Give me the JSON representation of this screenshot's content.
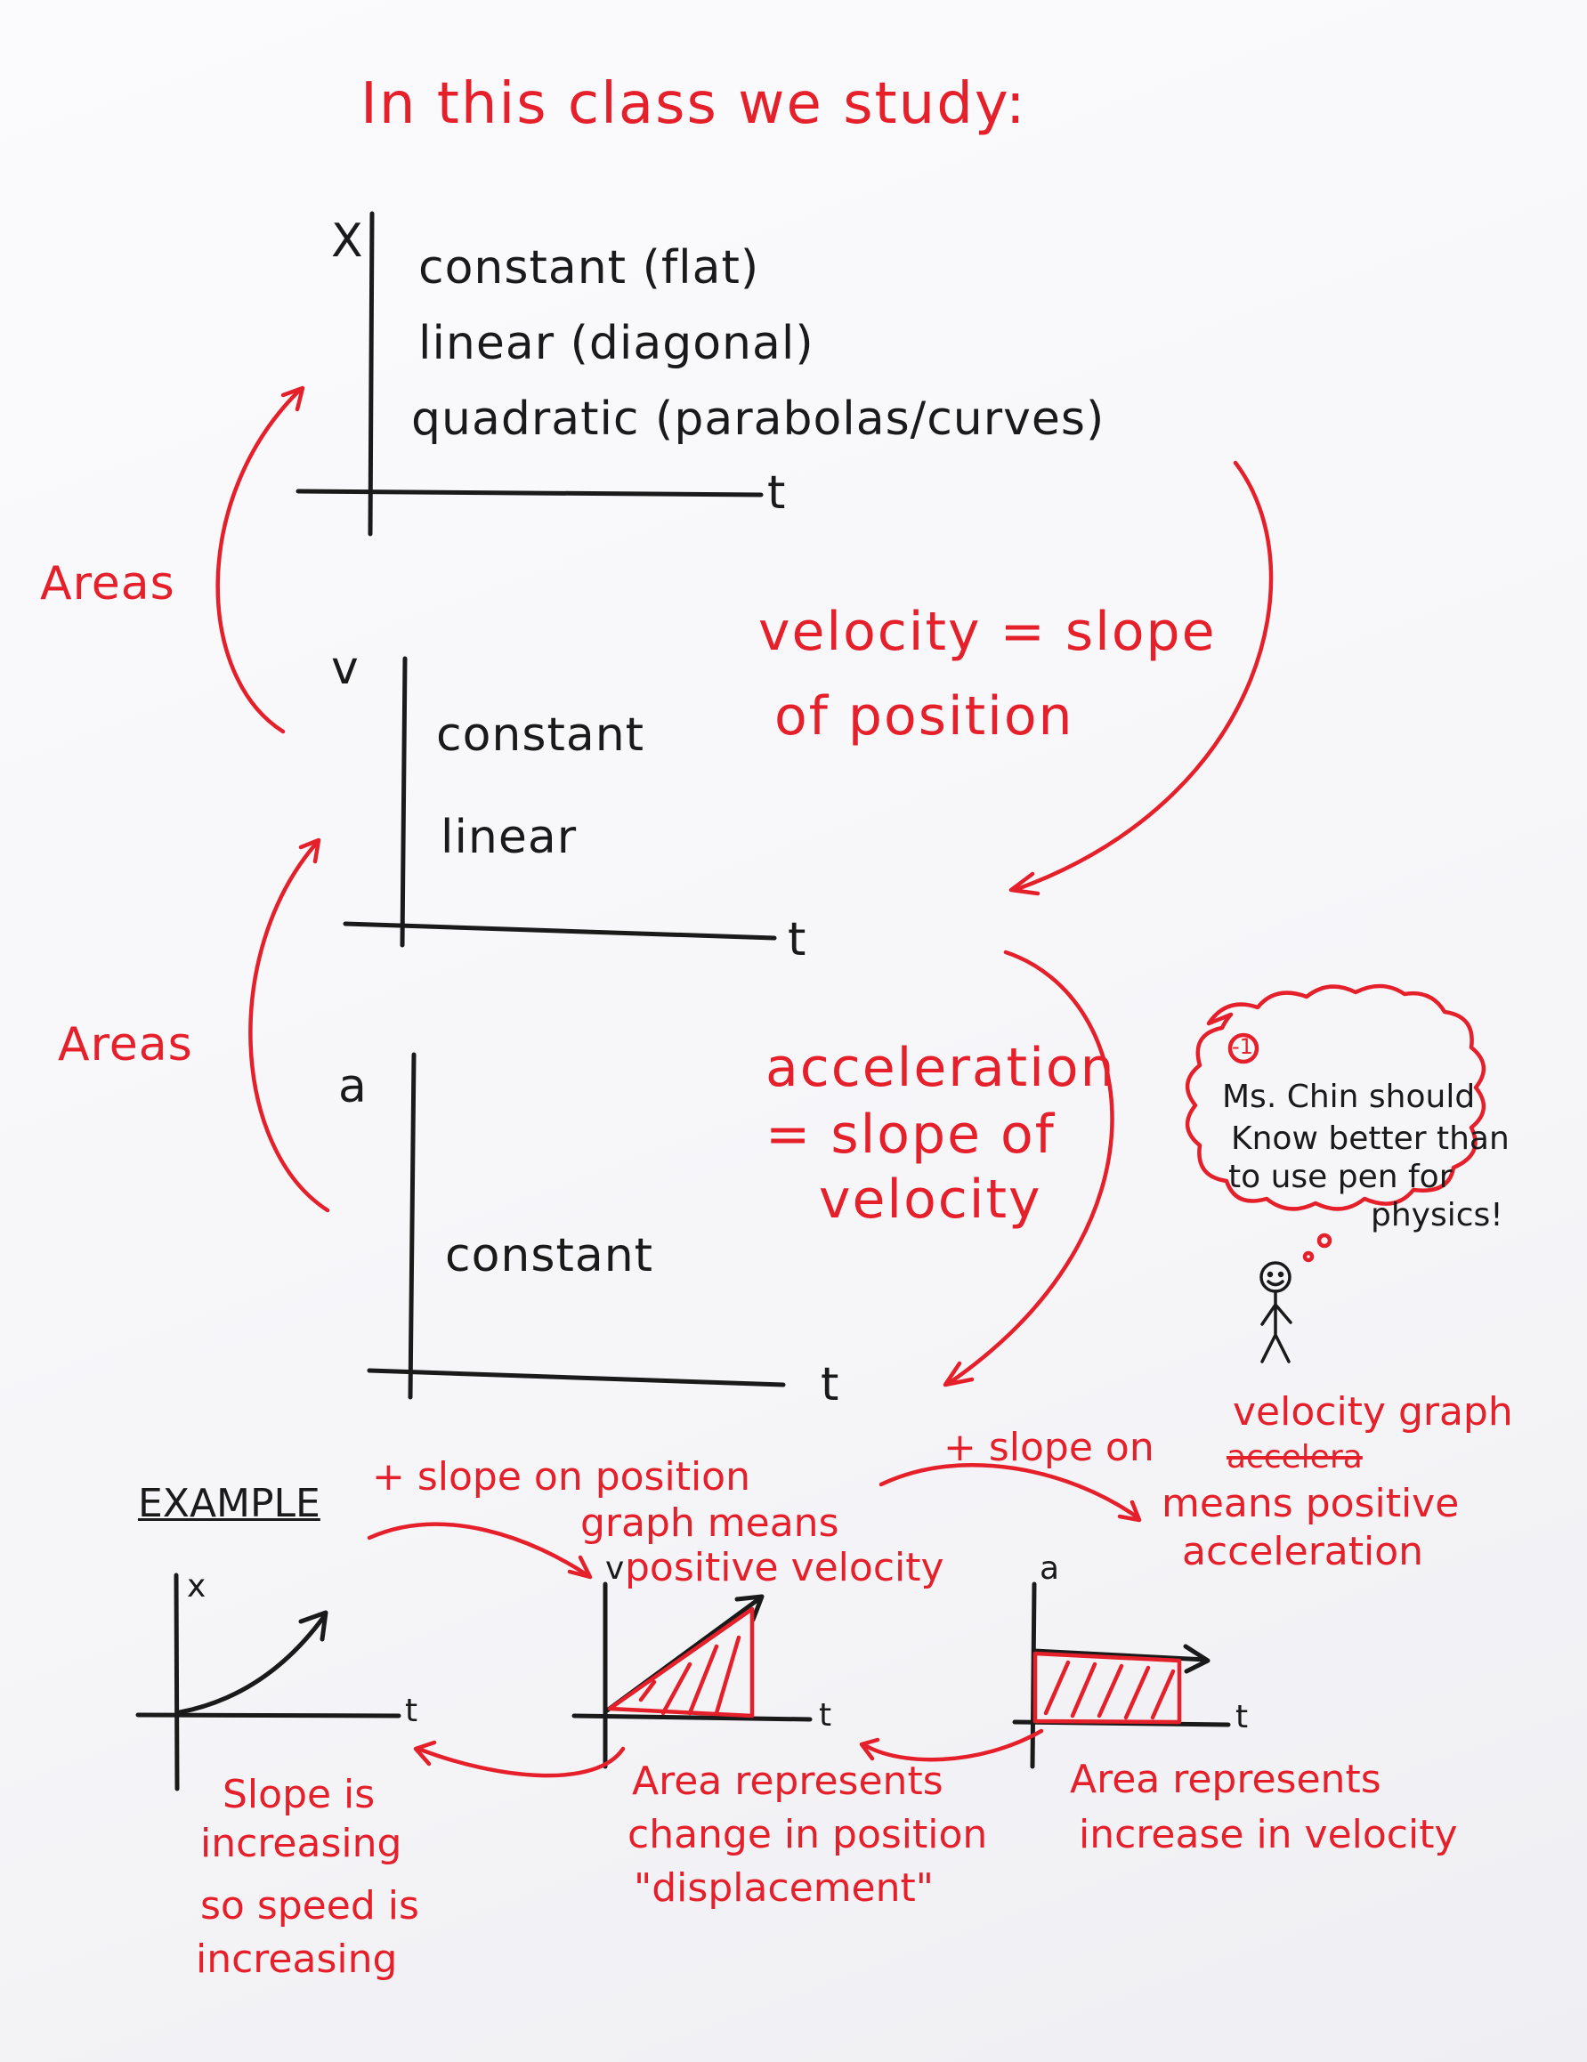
{
  "title": "In this class we study:",
  "position_graph": {
    "y_axis": "X",
    "x_axis": "t",
    "items": [
      "constant (flat)",
      "linear (diagonal)",
      "quadratic (parabolas/curves)"
    ]
  },
  "velocity_graph": {
    "y_axis": "v",
    "x_axis": "t",
    "items": [
      "constant",
      "linear"
    ]
  },
  "acceleration_graph": {
    "y_axis": "a",
    "x_axis": "t",
    "items": [
      "constant"
    ]
  },
  "areas_labels": [
    "Areas",
    "Areas"
  ],
  "velocity_slope_note": [
    "velocity = slope",
    "of position"
  ],
  "acceleration_slope_note": [
    "acceleration",
    "= slope of",
    "velocity"
  ],
  "thought_bubble": {
    "badge": "-1",
    "lines": [
      "Ms. Chin should",
      "Know better than",
      "to use pen for",
      "physics!"
    ]
  },
  "example": {
    "label": "EXAMPLE",
    "note_position_slope": [
      "+ slope on position",
      "graph means",
      "positive velocity"
    ],
    "note_velocity_slope": [
      "+ slope on",
      "accelera",
      "velocity graph",
      "means positive",
      "acceleration"
    ],
    "small_graphs": [
      {
        "y_axis": "x",
        "x_axis": "t"
      },
      {
        "y_axis": "v",
        "x_axis": "t"
      },
      {
        "y_axis": "a",
        "x_axis": "t"
      }
    ],
    "caption_slope": [
      "Slope is",
      "increasing",
      "so speed is",
      "increasing"
    ],
    "caption_area_position": [
      "Area represents",
      "change in position",
      "\"displacement\""
    ],
    "caption_area_velocity": [
      "Area represents",
      "increase in velocity"
    ]
  },
  "colors": {
    "ink_red": "#e5202a",
    "ink_black": "#1a1a1a"
  }
}
